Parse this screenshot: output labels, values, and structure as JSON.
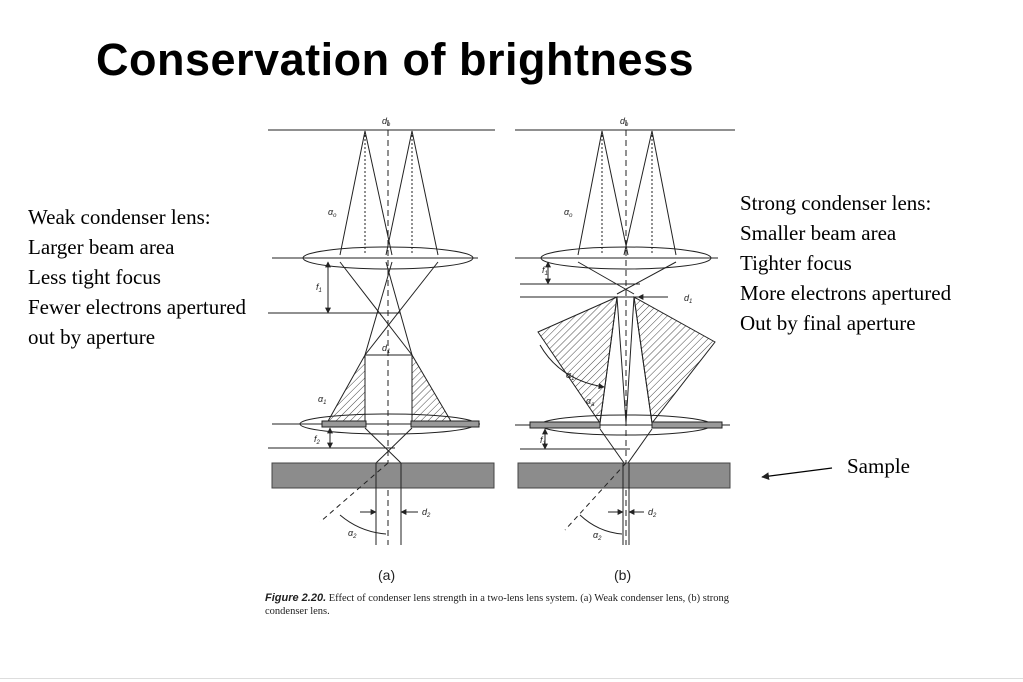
{
  "title": "Conservation of brightness",
  "left_notes": {
    "heading": "Weak condenser lens:",
    "lines": [
      "Larger beam area",
      "Less tight focus",
      "Fewer electrons apertured",
      "out by aperture"
    ]
  },
  "right_notes": {
    "heading": "Strong condenser lens:",
    "lines": [
      "Smaller beam area",
      "Tighter focus",
      "More electrons apertured",
      "Out by final aperture"
    ]
  },
  "sample_label": "Sample",
  "figure": {
    "panel_a": {
      "label": "(a)",
      "d0": "d",
      "d0_sub": "o",
      "alpha0": "α",
      "alpha0_sub": "o",
      "f1": "f",
      "f1_sub": "1",
      "d1": "d",
      "d1_sub": "1",
      "alpha1": "α",
      "alpha1_sub": "1",
      "f2": "f",
      "f2_sub": "2",
      "d2": "d",
      "d2_sub": "2",
      "alpha2": "α",
      "alpha2_sub": "2"
    },
    "panel_b": {
      "label": "(b)",
      "d0": "d",
      "d0_sub": "o",
      "alpha0": "α",
      "alpha0_sub": "o",
      "f1": "f",
      "f1_sub": "1",
      "d1": "d",
      "d1_sub": "1",
      "alpha1": "α",
      "alpha1_sub": "1",
      "alpha_a": "α",
      "alpha_a_sub": "a",
      "f1b": "f",
      "f1b_sub": "1",
      "d2": "d",
      "d2_sub": "2",
      "alpha2": "α",
      "alpha2_sub": "2"
    },
    "caption_label": "Figure 2.20.",
    "caption_text": "Effect of condenser lens strength in a two-lens lens system. (a) Weak condenser lens, (b) strong condenser lens."
  },
  "colors": {
    "specimen": "#8c8c8c",
    "line": "#222222"
  }
}
